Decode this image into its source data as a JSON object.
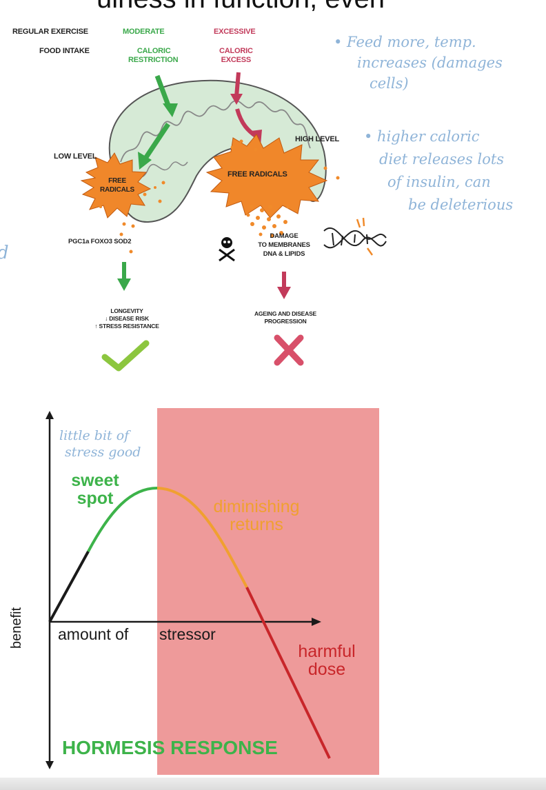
{
  "top_fragment": "uiness in function, even",
  "handwritten_left_fragment": "d",
  "diagram": {
    "regular_exercise": "REGULAR EXERCISE",
    "food_intake": "FOOD INTAKE",
    "moderate": "MODERATE",
    "caloric_restriction": [
      "CALORIC",
      "RESTRICTION"
    ],
    "excessive": "EXCESSIVE",
    "caloric_excess": [
      "CALORIC",
      "EXCESS"
    ],
    "low_level": "LOW LEVEL",
    "high_level": "HIGH LEVEL",
    "free_radicals_low": [
      "FREE",
      "RADICALS"
    ],
    "free_radicals_high": "FREE RADICALS",
    "pgc_line": "PGC1a FOXO3 SOD2",
    "damage_lines": [
      "DAMAGE",
      "TO MEMBRANES",
      "DNA & LIPIDS"
    ],
    "longevity_lines": [
      "LONGEVITY",
      "↓ DISEASE RISK",
      "↑ STRESS RESISTANCE"
    ],
    "ageing_lines": [
      "AGEING AND DISEASE",
      "PROGRESSION"
    ],
    "colors": {
      "green": "#3aa84a",
      "red": "#c23a5a",
      "orange": "#f08a2a",
      "mito_fill": "#d6ead6"
    }
  },
  "handwritten_notes": {
    "note1": [
      "• Feed more, temp.",
      "increases (damages",
      "cells)"
    ],
    "note2": [
      "• higher caloric",
      "diet releases lots",
      "of insulin, can",
      "be deleterious"
    ],
    "note3": [
      "little bit of",
      "stress good"
    ]
  },
  "graph": {
    "ylabel": "benefit",
    "xlabel_part1": "amount of",
    "xlabel_part2": "stressor",
    "sweet_spot": [
      "sweet",
      "spot"
    ],
    "diminishing_returns": [
      "diminishing",
      "returns"
    ],
    "harmful_dose": [
      "harmful",
      "dose"
    ],
    "title_part1": "HORMES",
    "title_part2": "IS RESPONSE",
    "colors": {
      "green": "#3db34a",
      "orange": "#f0a030",
      "red": "#c8262a",
      "shade": "#ee9a9a",
      "black": "#1a1a1a"
    }
  }
}
